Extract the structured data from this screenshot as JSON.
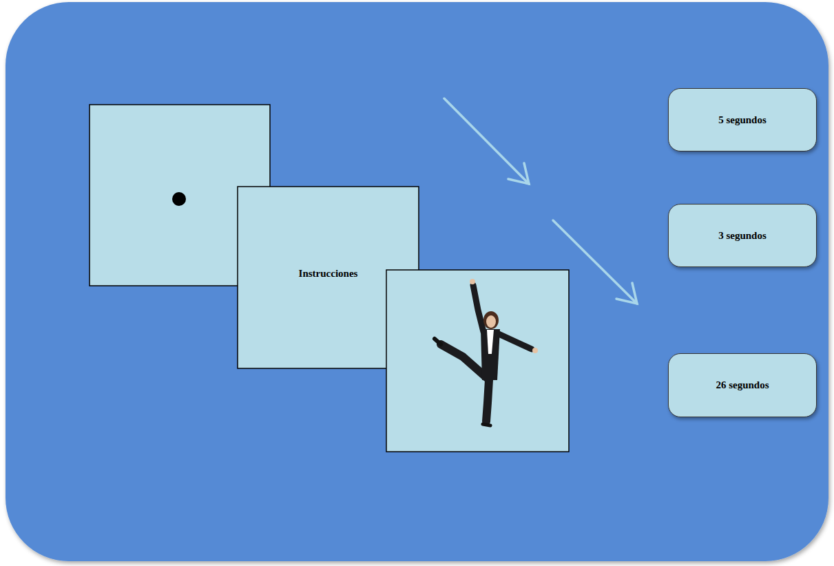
{
  "diagram": {
    "nodes": [
      {
        "text": [
          "Instrucciones"
        ]
      },
      {
        "text": [
          "5 segundos"
        ]
      },
      {
        "text": [
          "3 segundos"
        ]
      },
      {
        "text": [
          "26 segundos"
        ]
      }
    ]
  }
}
